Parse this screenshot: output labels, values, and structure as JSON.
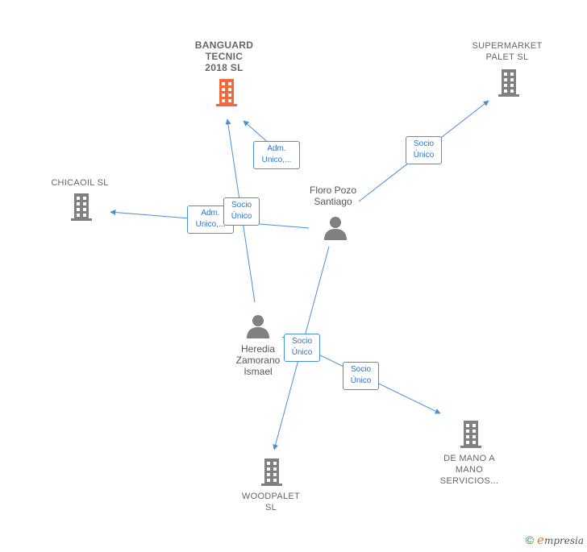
{
  "nodes": {
    "banguard": {
      "label": "BANGUARD\nTECNIC\n2018  SL",
      "color": "#f26a3b"
    },
    "supermarket": {
      "label": "SUPERMARKET\nPALET  SL",
      "color": "#808080"
    },
    "chicaoil": {
      "label": "CHICAOIL  SL",
      "color": "#808080"
    },
    "floro": {
      "label": "Floro Pozo\nSantiago",
      "color": "#808080"
    },
    "heredia": {
      "label": "Heredia\nZamorano\nIsmael",
      "color": "#808080"
    },
    "woodpalet": {
      "label": "WOODPALET\nSL",
      "color": "#808080"
    },
    "demano": {
      "label": "DE MANO A\nMANO\nSERVICIOS...",
      "color": "#808080"
    }
  },
  "edges": {
    "adm1": "Adm.\nUnico,...",
    "adm2": "Adm.\nUnico,...",
    "socio_super": "Socio\nÚnico",
    "socio_chica": "Socio\nÚnico",
    "socio_wood": "Socio\nÚnico",
    "socio_demano": "Socio\nÚnico"
  },
  "colors": {
    "edge": "#4a8fd9",
    "highlight": "#f26a3b",
    "icon": "#808080"
  },
  "footer": {
    "copyright": "©",
    "brand": "mpresia",
    "brand_initial": "e"
  }
}
